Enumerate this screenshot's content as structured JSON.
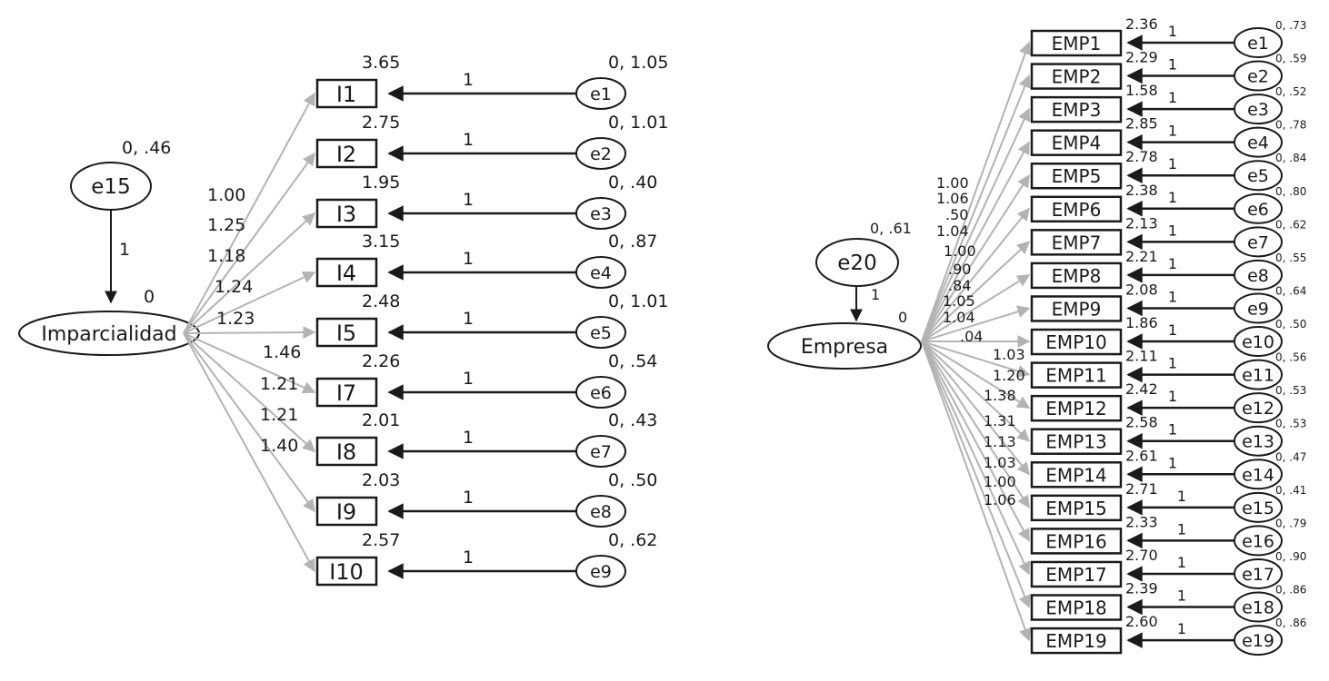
{
  "colors": {
    "load_arrow": "#b3b3b3",
    "err_arrow": "#1a1a1a",
    "stroke": "#1a1a1a"
  },
  "model1": {
    "latent": "Imparcialidad",
    "latent_mean": "0",
    "disturbance": {
      "name": "e15",
      "stats": "0, .46",
      "path": "1"
    },
    "items": [
      {
        "name": "I1",
        "intercept": "3.65",
        "loading": "1.00",
        "error": "e1",
        "err_stats": "0, 1.05",
        "path": "1"
      },
      {
        "name": "I2",
        "intercept": "2.75",
        "loading": "1.25",
        "error": "e2",
        "err_stats": "0, 1.01",
        "path": "1"
      },
      {
        "name": "I3",
        "intercept": "1.95",
        "loading": "1.18",
        "error": "e3",
        "err_stats": "0, .40",
        "path": "1"
      },
      {
        "name": "I4",
        "intercept": "3.15",
        "loading": "1.24",
        "error": "e4",
        "err_stats": "0, .87",
        "path": "1"
      },
      {
        "name": "I5",
        "intercept": "2.48",
        "loading": "1.23",
        "error": "e5",
        "err_stats": "0,  1.01",
        "path": "1"
      },
      {
        "name": "I7",
        "intercept": "2.26",
        "loading": "1.46",
        "error": "e6",
        "err_stats": "0,  .54",
        "path": "1"
      },
      {
        "name": "I8",
        "intercept": "2.01",
        "loading": "1.21",
        "error": "e7",
        "err_stats": "0,  .43",
        "path": "1"
      },
      {
        "name": "I9",
        "intercept": "2.03",
        "loading": "1.21",
        "error": "e8",
        "err_stats": "0,  .50",
        "path": "1"
      },
      {
        "name": "I10",
        "intercept": "2.57",
        "loading": "1.40",
        "error": "e9",
        "err_stats": "0,  .62",
        "path": "1"
      }
    ]
  },
  "model2": {
    "latent": "Empresa",
    "latent_mean": "0",
    "disturbance": {
      "name": "e20",
      "stats": "0, .61",
      "path": "1"
    },
    "items": [
      {
        "name": "EMP1",
        "intercept": "2.36",
        "loading": "1.00",
        "error": "e1",
        "err_stats": "0, .73",
        "path": "1"
      },
      {
        "name": "EMP2",
        "intercept": "2.29",
        "loading": "1.06",
        "error": "e2",
        "err_stats": "0, .59",
        "path": "1"
      },
      {
        "name": "EMP3",
        "intercept": "1.58",
        "loading": ".50",
        "error": "e3",
        "err_stats": "0, .52",
        "path": "1"
      },
      {
        "name": "EMP4",
        "intercept": "2.85",
        "loading": "1.04",
        "error": "e4",
        "err_stats": "0, .78",
        "path": "1"
      },
      {
        "name": "EMP5",
        "intercept": "2.78",
        "loading": "1.00",
        "error": "e5",
        "err_stats": "0, .84",
        "path": "1"
      },
      {
        "name": "EMP6",
        "intercept": "2.38",
        "loading": ".90",
        "error": "e6",
        "err_stats": "0, .80",
        "path": "1"
      },
      {
        "name": "EMP7",
        "intercept": "2.13",
        "loading": ".84",
        "error": "e7",
        "err_stats": "0, .62",
        "path": "1"
      },
      {
        "name": "EMP8",
        "intercept": "2.21",
        "loading": "1.05",
        "error": "e8",
        "err_stats": "0, .55",
        "path": "1"
      },
      {
        "name": "EMP9",
        "intercept": "2.08",
        "loading": "1.04",
        "error": "e9",
        "err_stats": "0, .64",
        "path": "1"
      },
      {
        "name": "EMP10",
        "intercept": "1.86",
        "loading": ".04",
        "error": "e10",
        "err_stats": "0, .50",
        "path": "1"
      },
      {
        "name": "EMP11",
        "intercept": "2.11",
        "loading": "1.03",
        "error": "e11",
        "err_stats": "0, .56",
        "path": "1"
      },
      {
        "name": "EMP12",
        "intercept": "2.42",
        "loading": "1.20",
        "error": "e12",
        "err_stats": "0, .53",
        "path": "1"
      },
      {
        "name": "EMP13",
        "intercept": "2.58",
        "loading": "1.38",
        "error": "e13",
        "err_stats": "0, .53",
        "path": "1"
      },
      {
        "name": "EMP14",
        "intercept": "2.61",
        "loading": "1.31",
        "error": "e14",
        "err_stats": "0, .47",
        "path": "1"
      },
      {
        "name": "EMP15",
        "intercept": "2.71",
        "loading": "1.13",
        "error": "e15",
        "err_stats": "0, .41",
        "path": "1"
      },
      {
        "name": "EMP16",
        "intercept": "2.33",
        "loading": "1.03",
        "error": "e16",
        "err_stats": "0, .79",
        "path": "1"
      },
      {
        "name": "EMP17",
        "intercept": "2.70",
        "loading": "1.00",
        "error": "e17",
        "err_stats": "0, .90",
        "path": "1"
      },
      {
        "name": "EMP18",
        "intercept": "2.39",
        "loading": "1.06",
        "error": "e18",
        "err_stats": "0, .86",
        "path": "1"
      },
      {
        "name": "EMP19",
        "intercept": "2.60",
        "loading": "",
        "error": "e19",
        "err_stats": "0, .86",
        "path": "1"
      }
    ]
  }
}
